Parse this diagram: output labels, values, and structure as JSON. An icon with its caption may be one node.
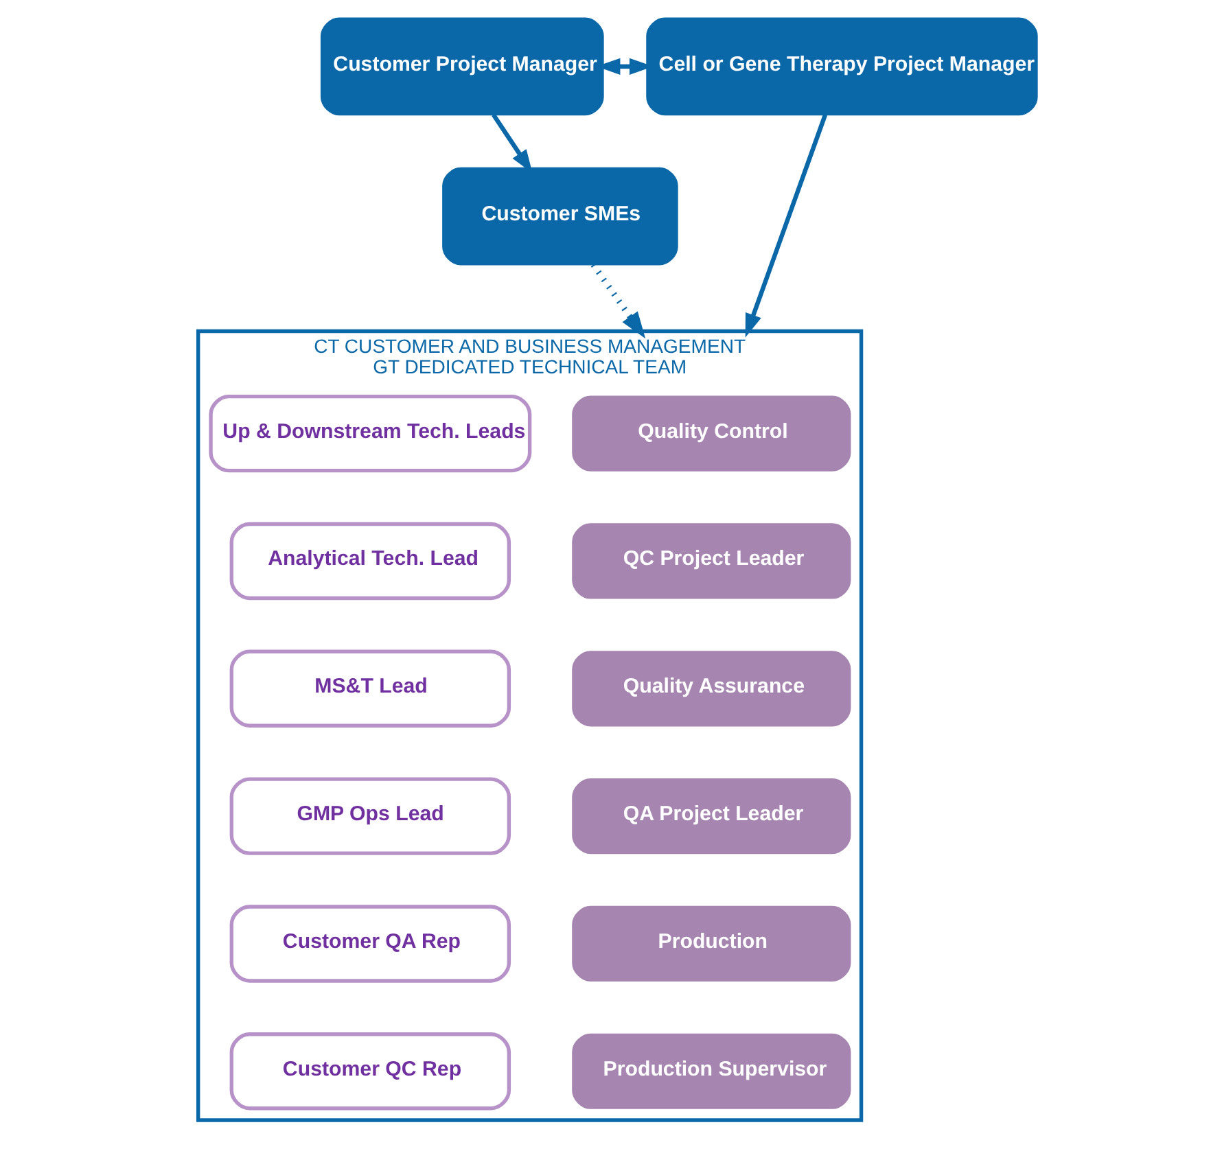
{
  "diagram": {
    "nodes": [
      {
        "text": [
          "Customer Project Manager"
        ]
      },
      {
        "text": [
          "Cell or Gene Therapy Project Manager"
        ]
      },
      {
        "text": [
          "Customer SMEs"
        ]
      },
      {
        "text": [
          "CT CUSTOMER AND BUSINESS MANAGEMENT",
          "GT DEDICATED TECHNICAL TEAM"
        ]
      },
      {
        "text": [
          "Quality Control"
        ],
        "in": 3
      },
      {
        "text": [
          "QC Project Leader"
        ],
        "in": 3
      },
      {
        "text": [
          "Quality Assurance"
        ],
        "in": 3
      },
      {
        "text": [
          "QA Project Leader"
        ],
        "in": 3
      },
      {
        "text": [
          "Production"
        ],
        "in": 3
      },
      {
        "text": [
          "Production Supervisor"
        ],
        "in": 3
      },
      {
        "text": [
          "Up & Downstream Tech. Leads"
        ],
        "in": 3
      },
      {
        "text": [
          "Analytical Tech. Lead"
        ],
        "in": 3
      },
      {
        "text": [
          "MS&T Lead"
        ],
        "in": 3
      },
      {
        "text": [
          "GMP Ops Lead"
        ],
        "in": 3
      },
      {
        "text": [
          "Customer QA Rep"
        ],
        "in": 3
      },
      {
        "text": [
          "Customer QC Rep"
        ],
        "in": 3
      }
    ],
    "edges": [
      {
        "from": 0,
        "to": 1,
        "arrow": "both"
      },
      {
        "from": 0,
        "to": 2,
        "arrow": "to"
      },
      {
        "from": 1,
        "to": 3,
        "arrow": "to"
      },
      {
        "from": 2,
        "to": 3,
        "arrow": "to",
        "style": "dashed"
      }
    ]
  }
}
